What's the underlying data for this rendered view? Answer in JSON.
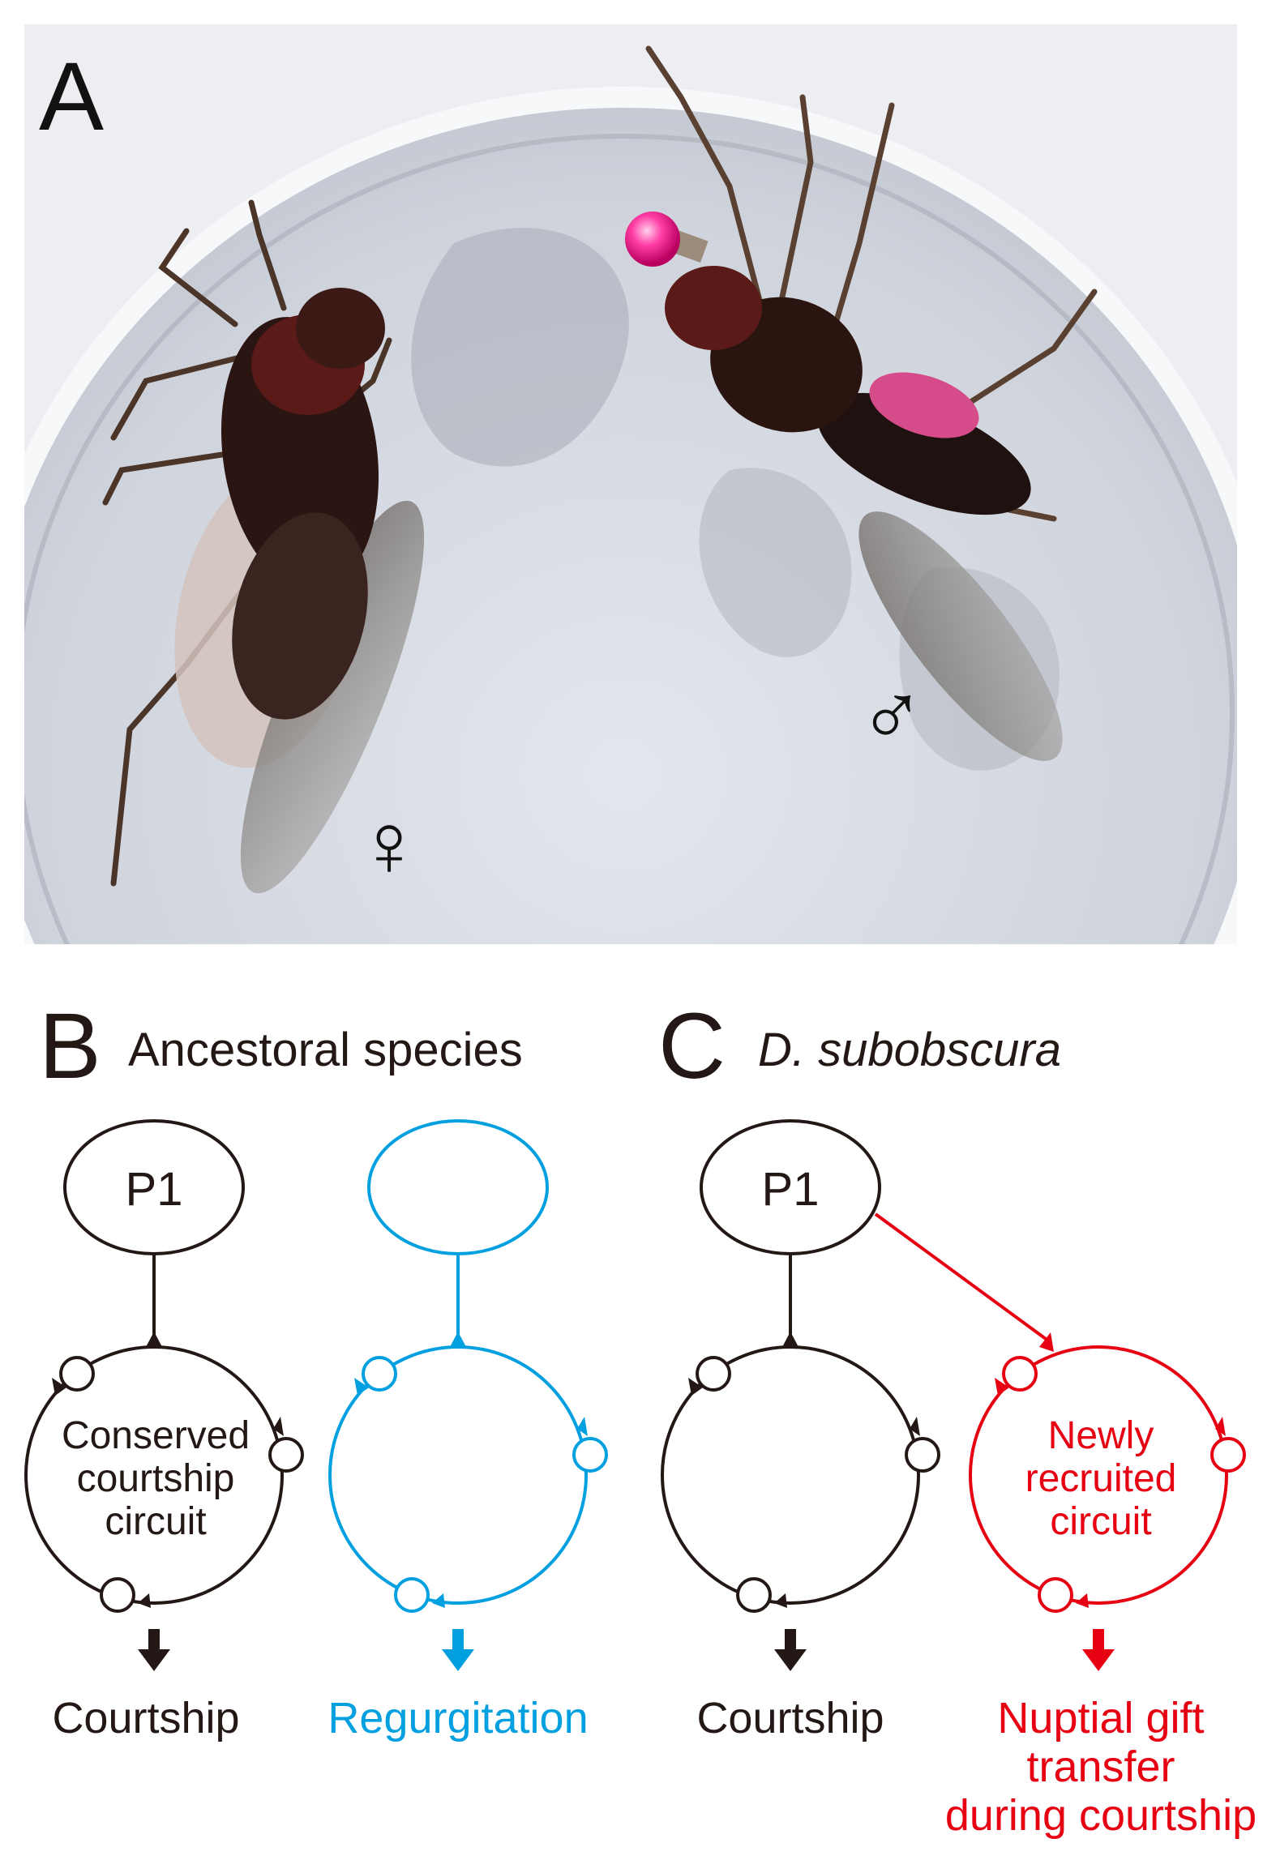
{
  "panels": {
    "a": {
      "letter": "A",
      "female_symbol": "♀",
      "male_symbol": "♂"
    },
    "b": {
      "letter": "B",
      "title": "Ancestoral species",
      "node_label": "P1",
      "circuit_lines": [
        "Conserved",
        "courtship",
        "circuit"
      ],
      "output_black": "Courtship",
      "output_blue": "Regurgitation"
    },
    "c": {
      "letter": "C",
      "title": "D. subobscura",
      "node_label": "P1",
      "circuit_lines": [
        "Newly",
        "recruited",
        "circuit"
      ],
      "output_black": "Courtship",
      "output_red": [
        "Nuptial gift",
        "transfer",
        "during courtship"
      ]
    }
  },
  "colors": {
    "black": "#231815",
    "blue": "#00a0e0",
    "red": "#e60012",
    "bead": "#ff3ea5"
  }
}
